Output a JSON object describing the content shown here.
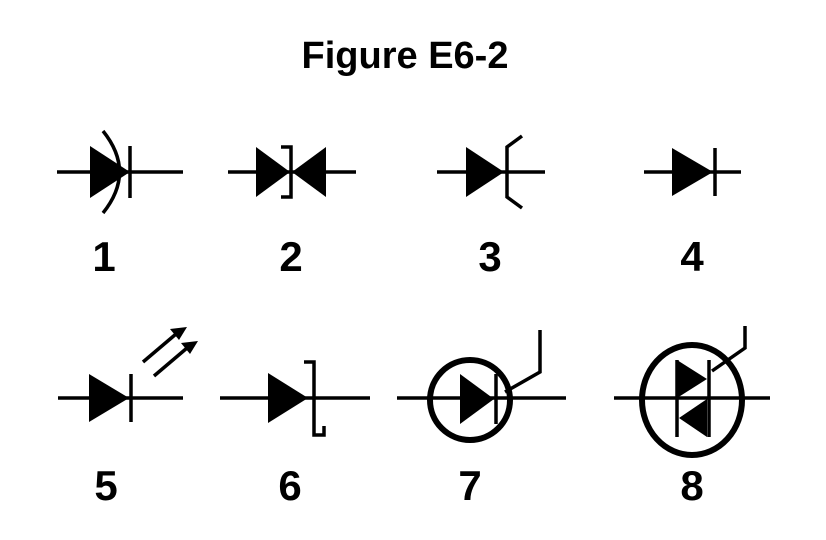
{
  "figure": {
    "title": "Figure E6-2",
    "symbols": [
      {
        "label": "1",
        "icon": "varactor-diode-icon"
      },
      {
        "label": "2",
        "icon": "bidirectional-diode-icon"
      },
      {
        "label": "3",
        "icon": "schottky-diode-icon"
      },
      {
        "label": "4",
        "icon": "diode-icon"
      },
      {
        "label": "5",
        "icon": "led-icon"
      },
      {
        "label": "6",
        "icon": "zener-diode-icon"
      },
      {
        "label": "7",
        "icon": "phototransistor-icon"
      },
      {
        "label": "8",
        "icon": "triac-icon"
      }
    ]
  },
  "colors": {
    "ink": "#000000",
    "background": "#ffffff"
  }
}
